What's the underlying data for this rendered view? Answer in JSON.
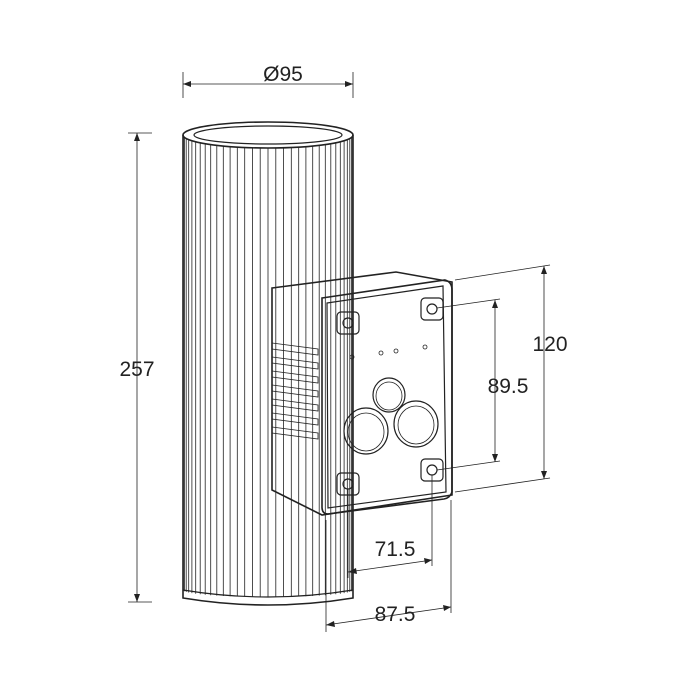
{
  "dimensions": {
    "diameter": "Ø95",
    "height": "257",
    "bracket_height": "120",
    "hole_spacing_vertical": "89.5",
    "hole_spacing_horizontal": "71.5",
    "bracket_depth": "87.5"
  },
  "colors": {
    "stroke": "#222222",
    "background": "#ffffff"
  }
}
